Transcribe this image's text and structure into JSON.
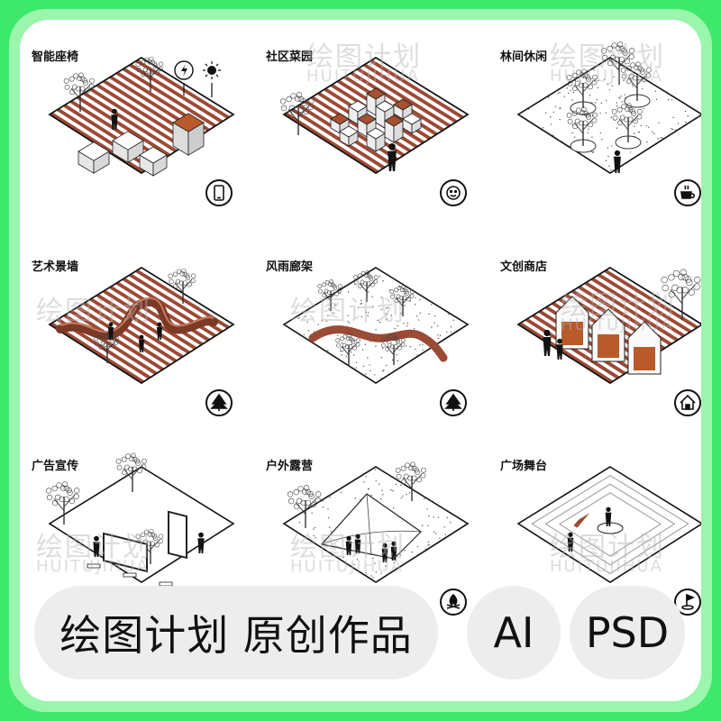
{
  "watermark": {
    "cn": "绘图计划",
    "en": "HUITUJIHUA"
  },
  "tiles": [
    {
      "title": "智能座椅",
      "icon": "smartphone-icon",
      "surface": "stripes"
    },
    {
      "title": "社区菜园",
      "icon": "face-icon",
      "surface": "stripes"
    },
    {
      "title": "林间休闲",
      "icon": "coffee-cup-icon",
      "surface": "gravel"
    },
    {
      "title": "艺术景墙",
      "icon": "tree-icon",
      "surface": "stripes"
    },
    {
      "title": "风雨廊架",
      "icon": "tree-icon",
      "surface": "gravel"
    },
    {
      "title": "文创商店",
      "icon": "house-icon",
      "surface": "stripes"
    },
    {
      "title": "广告宣传",
      "icon": "speaker-icon",
      "surface": "plain"
    },
    {
      "title": "户外露营",
      "icon": "campfire-icon",
      "surface": "gravel"
    },
    {
      "title": "广场舞台",
      "icon": "flag-icon",
      "surface": "rings"
    }
  ],
  "footer": {
    "main": "绘图计划 原创作品",
    "ai": "AI",
    "psd": "PSD"
  },
  "colors": {
    "brick": "#9b4a35",
    "frame_green": "#3ee86a",
    "ink": "#111111"
  }
}
